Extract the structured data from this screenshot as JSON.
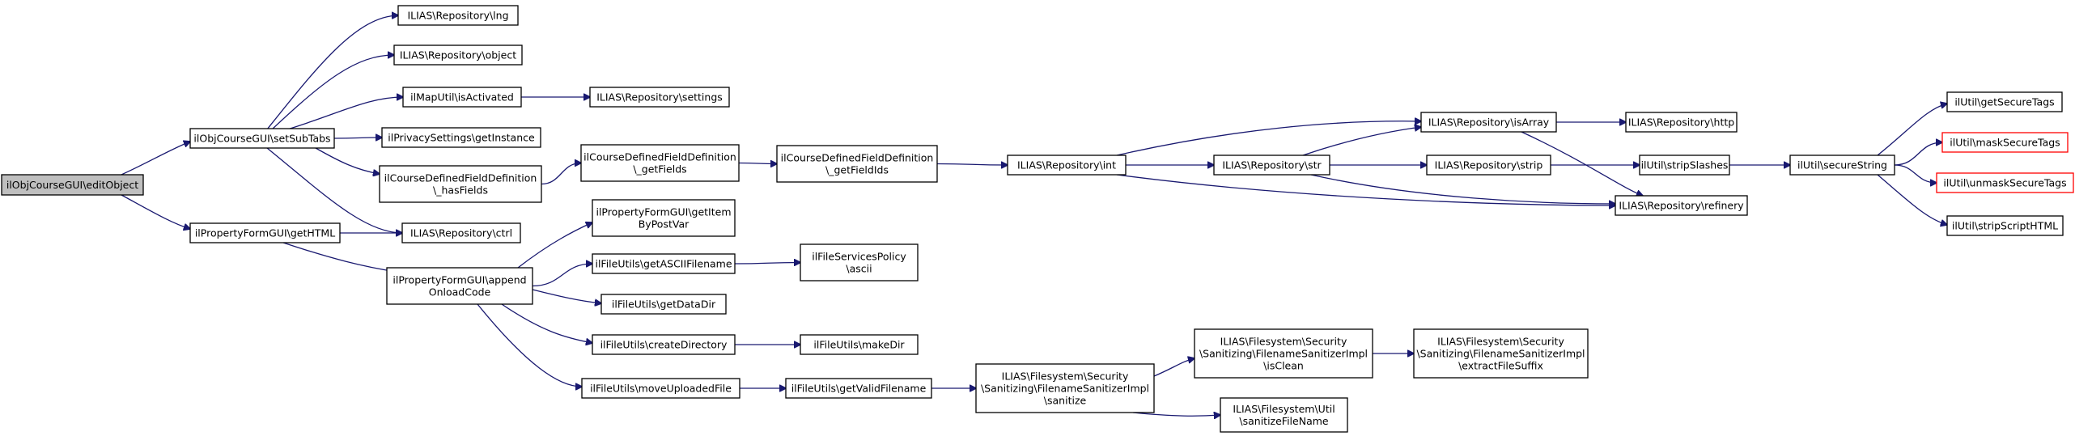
{
  "diagram": {
    "nodes": [
      {
        "id": "n0",
        "label": [
          "ilObjCourseGUI\\editObject"
        ],
        "style": "root"
      },
      {
        "id": "n1",
        "label": [
          "ilObjCourseGUI\\setSubTabs"
        ]
      },
      {
        "id": "n2",
        "label": [
          "ilPropertyFormGUI\\getHTML"
        ]
      },
      {
        "id": "n3",
        "label": [
          "ILIAS\\Repository\\lng"
        ]
      },
      {
        "id": "n4",
        "label": [
          "ILIAS\\Repository\\object"
        ]
      },
      {
        "id": "n5",
        "label": [
          "ilMapUtil\\isActivated"
        ]
      },
      {
        "id": "n6",
        "label": [
          "ilPrivacySettings\\getInstance"
        ]
      },
      {
        "id": "n7",
        "label": [
          "ilCourseDefinedFieldDefinition",
          "\\_hasFields"
        ]
      },
      {
        "id": "n8",
        "label": [
          "ILIAS\\Repository\\ctrl"
        ]
      },
      {
        "id": "n9",
        "label": [
          "ILIAS\\Repository\\settings"
        ]
      },
      {
        "id": "n10",
        "label": [
          "ilCourseDefinedFieldDefinition",
          "\\_getFields"
        ]
      },
      {
        "id": "n11",
        "label": [
          "ilCourseDefinedFieldDefinition",
          "\\_getFieldIds"
        ]
      },
      {
        "id": "n12",
        "label": [
          "ILIAS\\Repository\\int"
        ]
      },
      {
        "id": "n13",
        "label": [
          "ILIAS\\Repository\\str"
        ]
      },
      {
        "id": "n14",
        "label": [
          "ILIAS\\Repository\\isArray"
        ]
      },
      {
        "id": "n15",
        "label": [
          "ILIAS\\Repository\\strip"
        ]
      },
      {
        "id": "n16",
        "label": [
          "ILIAS\\Repository\\refinery"
        ]
      },
      {
        "id": "n17",
        "label": [
          "ILIAS\\Repository\\http"
        ]
      },
      {
        "id": "n18",
        "label": [
          "ilUtil\\stripSlashes"
        ]
      },
      {
        "id": "n19",
        "label": [
          "ilUtil\\secureString"
        ]
      },
      {
        "id": "n20",
        "label": [
          "ilUtil\\getSecureTags"
        ]
      },
      {
        "id": "n21",
        "label": [
          "ilUtil\\maskSecureTags"
        ],
        "style": "warn"
      },
      {
        "id": "n22",
        "label": [
          "ilUtil\\unmaskSecureTags"
        ],
        "style": "warn"
      },
      {
        "id": "n23",
        "label": [
          "ilUtil\\stripScriptHTML"
        ]
      },
      {
        "id": "n24",
        "label": [
          "ilPropertyFormGUI\\getItem",
          "ByPostVar"
        ]
      },
      {
        "id": "n25",
        "label": [
          "ilPropertyFormGUI\\append",
          "OnloadCode"
        ]
      },
      {
        "id": "n26",
        "label": [
          "ilFileUtils\\getASCIIFilename"
        ]
      },
      {
        "id": "n27",
        "label": [
          "ilFileServicesPolicy",
          "\\ascii"
        ]
      },
      {
        "id": "n28",
        "label": [
          "ilFileUtils\\getDataDir"
        ]
      },
      {
        "id": "n29",
        "label": [
          "ilFileUtils\\createDirectory"
        ]
      },
      {
        "id": "n30",
        "label": [
          "ilFileUtils\\makeDir"
        ]
      },
      {
        "id": "n31",
        "label": [
          "ilFileUtils\\moveUploadedFile"
        ]
      },
      {
        "id": "n32",
        "label": [
          "ilFileUtils\\getValidFilename"
        ]
      },
      {
        "id": "n33",
        "label": [
          "ILIAS\\Filesystem\\Security",
          "\\Sanitizing\\FilenameSanitizerImpl",
          "\\sanitize"
        ]
      },
      {
        "id": "n34",
        "label": [
          "ILIAS\\Filesystem\\Security",
          "\\Sanitizing\\FilenameSanitizerImpl",
          "\\isClean"
        ]
      },
      {
        "id": "n35",
        "label": [
          "ILIAS\\Filesystem\\Util",
          "\\sanitizeFileName"
        ]
      },
      {
        "id": "n36",
        "label": [
          "ILIAS\\Filesystem\\Security",
          "\\Sanitizing\\FilenameSanitizerImpl",
          "\\extractFileSuffix"
        ]
      }
    ],
    "edges": [
      [
        "n0",
        "n1"
      ],
      [
        "n0",
        "n2"
      ],
      [
        "n1",
        "n3"
      ],
      [
        "n1",
        "n4"
      ],
      [
        "n1",
        "n5"
      ],
      [
        "n1",
        "n6"
      ],
      [
        "n1",
        "n7"
      ],
      [
        "n1",
        "n8"
      ],
      [
        "n5",
        "n9"
      ],
      [
        "n7",
        "n10"
      ],
      [
        "n10",
        "n11"
      ],
      [
        "n11",
        "n12"
      ],
      [
        "n12",
        "n13"
      ],
      [
        "n12",
        "n14"
      ],
      [
        "n12",
        "n16"
      ],
      [
        "n13",
        "n14"
      ],
      [
        "n13",
        "n15"
      ],
      [
        "n13",
        "n16"
      ],
      [
        "n14",
        "n17"
      ],
      [
        "n14",
        "n16"
      ],
      [
        "n15",
        "n18"
      ],
      [
        "n18",
        "n19"
      ],
      [
        "n19",
        "n20"
      ],
      [
        "n19",
        "n21"
      ],
      [
        "n19",
        "n22"
      ],
      [
        "n19",
        "n23"
      ],
      [
        "n2",
        "n8"
      ],
      [
        "n2",
        "n25"
      ],
      [
        "n25",
        "n24"
      ],
      [
        "n25",
        "n26"
      ],
      [
        "n25",
        "n28"
      ],
      [
        "n25",
        "n29"
      ],
      [
        "n25",
        "n31"
      ],
      [
        "n26",
        "n27"
      ],
      [
        "n29",
        "n30"
      ],
      [
        "n31",
        "n32"
      ],
      [
        "n32",
        "n33"
      ],
      [
        "n33",
        "n34"
      ],
      [
        "n33",
        "n35"
      ],
      [
        "n34",
        "n36"
      ]
    ]
  }
}
